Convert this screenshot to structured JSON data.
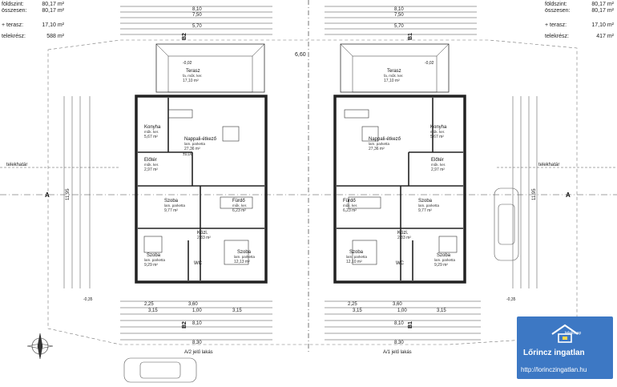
{
  "areas_left": [
    {
      "label": "földszint:",
      "value": "80,17 m²"
    },
    {
      "label": "összesen:",
      "value": "80,17 m²"
    },
    {
      "label": "+ terasz:",
      "value": "17,10 m²"
    },
    {
      "label": "telekrész:",
      "value": "588 m²"
    }
  ],
  "areas_right": [
    {
      "label": "földszint:",
      "value": "80,17 m²"
    },
    {
      "label": "összesen:",
      "value": "80,17 m²"
    },
    {
      "label": "+ terasz:",
      "value": "17,10 m²"
    },
    {
      "label": "telekrész:",
      "value": "417 m²"
    }
  ],
  "rooms_left": [
    {
      "name": "Terasz",
      "sub": "fa, műk. ker.",
      "area": "17,10 m²"
    },
    {
      "name": "Konyha",
      "sub": "műk. ker.",
      "area": "5,67 m²"
    },
    {
      "name": "Nappali-étkező",
      "sub": "lam. parketta",
      "area": "27,36 m²"
    },
    {
      "name": "Előtér",
      "sub": "műk. ker.",
      "area": "2,97 m²"
    },
    {
      "name": "Szoba",
      "sub": "lam. parketta",
      "area": "9,77 m²"
    },
    {
      "name": "Fürdő",
      "sub": "műk. ker.",
      "area": "6,23 m²"
    },
    {
      "name": "Közl.",
      "sub": "",
      "area": "2,83 m²"
    },
    {
      "name": "Szoba",
      "sub": "lam. parketta",
      "area": "9,29 m²"
    },
    {
      "name": "Szoba",
      "sub": "lam. parketta",
      "area": "12,13 m²"
    },
    {
      "name": "WC",
      "sub": "",
      "area": ""
    }
  ],
  "rooms_right": [
    {
      "name": "Terasz",
      "sub": "fa, műk. ker.",
      "area": "17,10 m²"
    },
    {
      "name": "Nappali-étkező",
      "sub": "lam. parketta",
      "area": "27,36 m²"
    },
    {
      "name": "Konyha",
      "sub": "műk. ker.",
      "area": "5,67 m²"
    },
    {
      "name": "Előtér",
      "sub": "műk. ker.",
      "area": "2,97 m²"
    },
    {
      "name": "Fürdő",
      "sub": "műk. ker.",
      "area": "6,23 m²"
    },
    {
      "name": "Szoba",
      "sub": "lam. parketta",
      "area": "9,77 m²"
    },
    {
      "name": "Közl.",
      "sub": "",
      "area": "2,83 m²"
    },
    {
      "name": "Szoba",
      "sub": "lam. parketta",
      "area": "12,10 m²"
    },
    {
      "name": "Szoba",
      "sub": "lam. parketta",
      "area": "9,29 m²"
    },
    {
      "name": "WC",
      "sub": "",
      "area": ""
    }
  ],
  "labels": {
    "boundary_left": "telekhatár",
    "boundary_right": "telekhatár",
    "section_a": "A",
    "section_b1": "B1",
    "section_b2": "B2",
    "unit_left": "A/2 jelű lakás",
    "unit_right": "A/1 jelű lakás",
    "gap": "6,60",
    "elev_left": "-0,02",
    "elev_right": "-0,02",
    "floor_zero": "±0,00",
    "dim_top_total": "8,10",
    "dim_top_inner": "7,50",
    "dim_bottom_total": "8,30",
    "dim_side_total": "11,95",
    "dim_terrace": "5,70",
    "dim_bottom_1": "2,25",
    "dim_bottom_2": "3,60",
    "dim_bottom_3": "3,15",
    "dim_bottom_4": "1,00",
    "dim_bottom_5": "3,15",
    "ext_left": "-0,35",
    "ext_right": "-0,35"
  },
  "badge": {
    "brand": "Lőrincz ingatlan",
    "logo_small": "telekmap",
    "url": "http://lorinczingatlan.hu"
  },
  "colors": {
    "wall": "#222222",
    "line": "#333333",
    "badge": "#3d78c4"
  }
}
